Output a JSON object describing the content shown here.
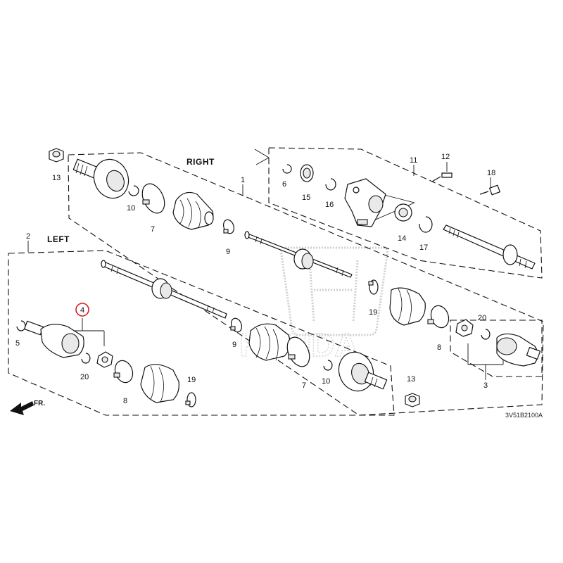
{
  "diagram": {
    "code": "3V51B2100A",
    "front_label": "FR.",
    "sides": {
      "right": "RIGHT",
      "left": "LEFT"
    },
    "watermark_text": "HONDA",
    "highlight_color": "#d92020",
    "highlighted_callout": "4"
  },
  "callouts": {
    "c1": "1",
    "c2": "2",
    "c3": "3",
    "c4": "4",
    "c5": "5",
    "c6": "6",
    "c7a": "7",
    "c7b": "7",
    "c8a": "8",
    "c8b": "8",
    "c9a": "9",
    "c9b": "9",
    "c10a": "10",
    "c10b": "10",
    "c11": "11",
    "c12": "12",
    "c13a": "13",
    "c13b": "13",
    "c14": "14",
    "c15": "15",
    "c16": "16",
    "c17": "17",
    "c18": "18",
    "c19a": "19",
    "c19b": "19",
    "c20a": "20",
    "c20b": "20"
  }
}
